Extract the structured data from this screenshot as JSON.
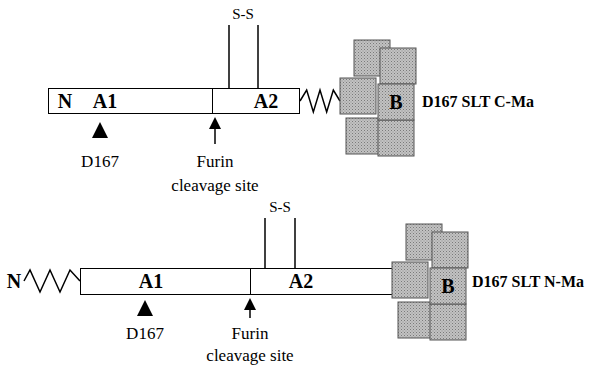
{
  "diagram": {
    "nodes": [
      {
        "text": [
          "N",
          "A1"
        ]
      },
      {
        "text": [
          "A2"
        ]
      },
      {
        "text": [
          "B",
          "D167 SLT C-Ma"
        ]
      },
      {
        "text": [
          "A1"
        ]
      },
      {
        "text": [
          "A2"
        ]
      },
      {
        "text": [
          "B",
          "D167 SLT N-Ma"
        ]
      }
    ],
    "edges": [
      {
        "from": 1,
        "to": 2,
        "arrow": "none"
      }
    ],
    "labels": [
      "S-S",
      "D167",
      "Furin cleavage site",
      "S-S",
      "N",
      "D167",
      "Furin cleavage site"
    ]
  }
}
